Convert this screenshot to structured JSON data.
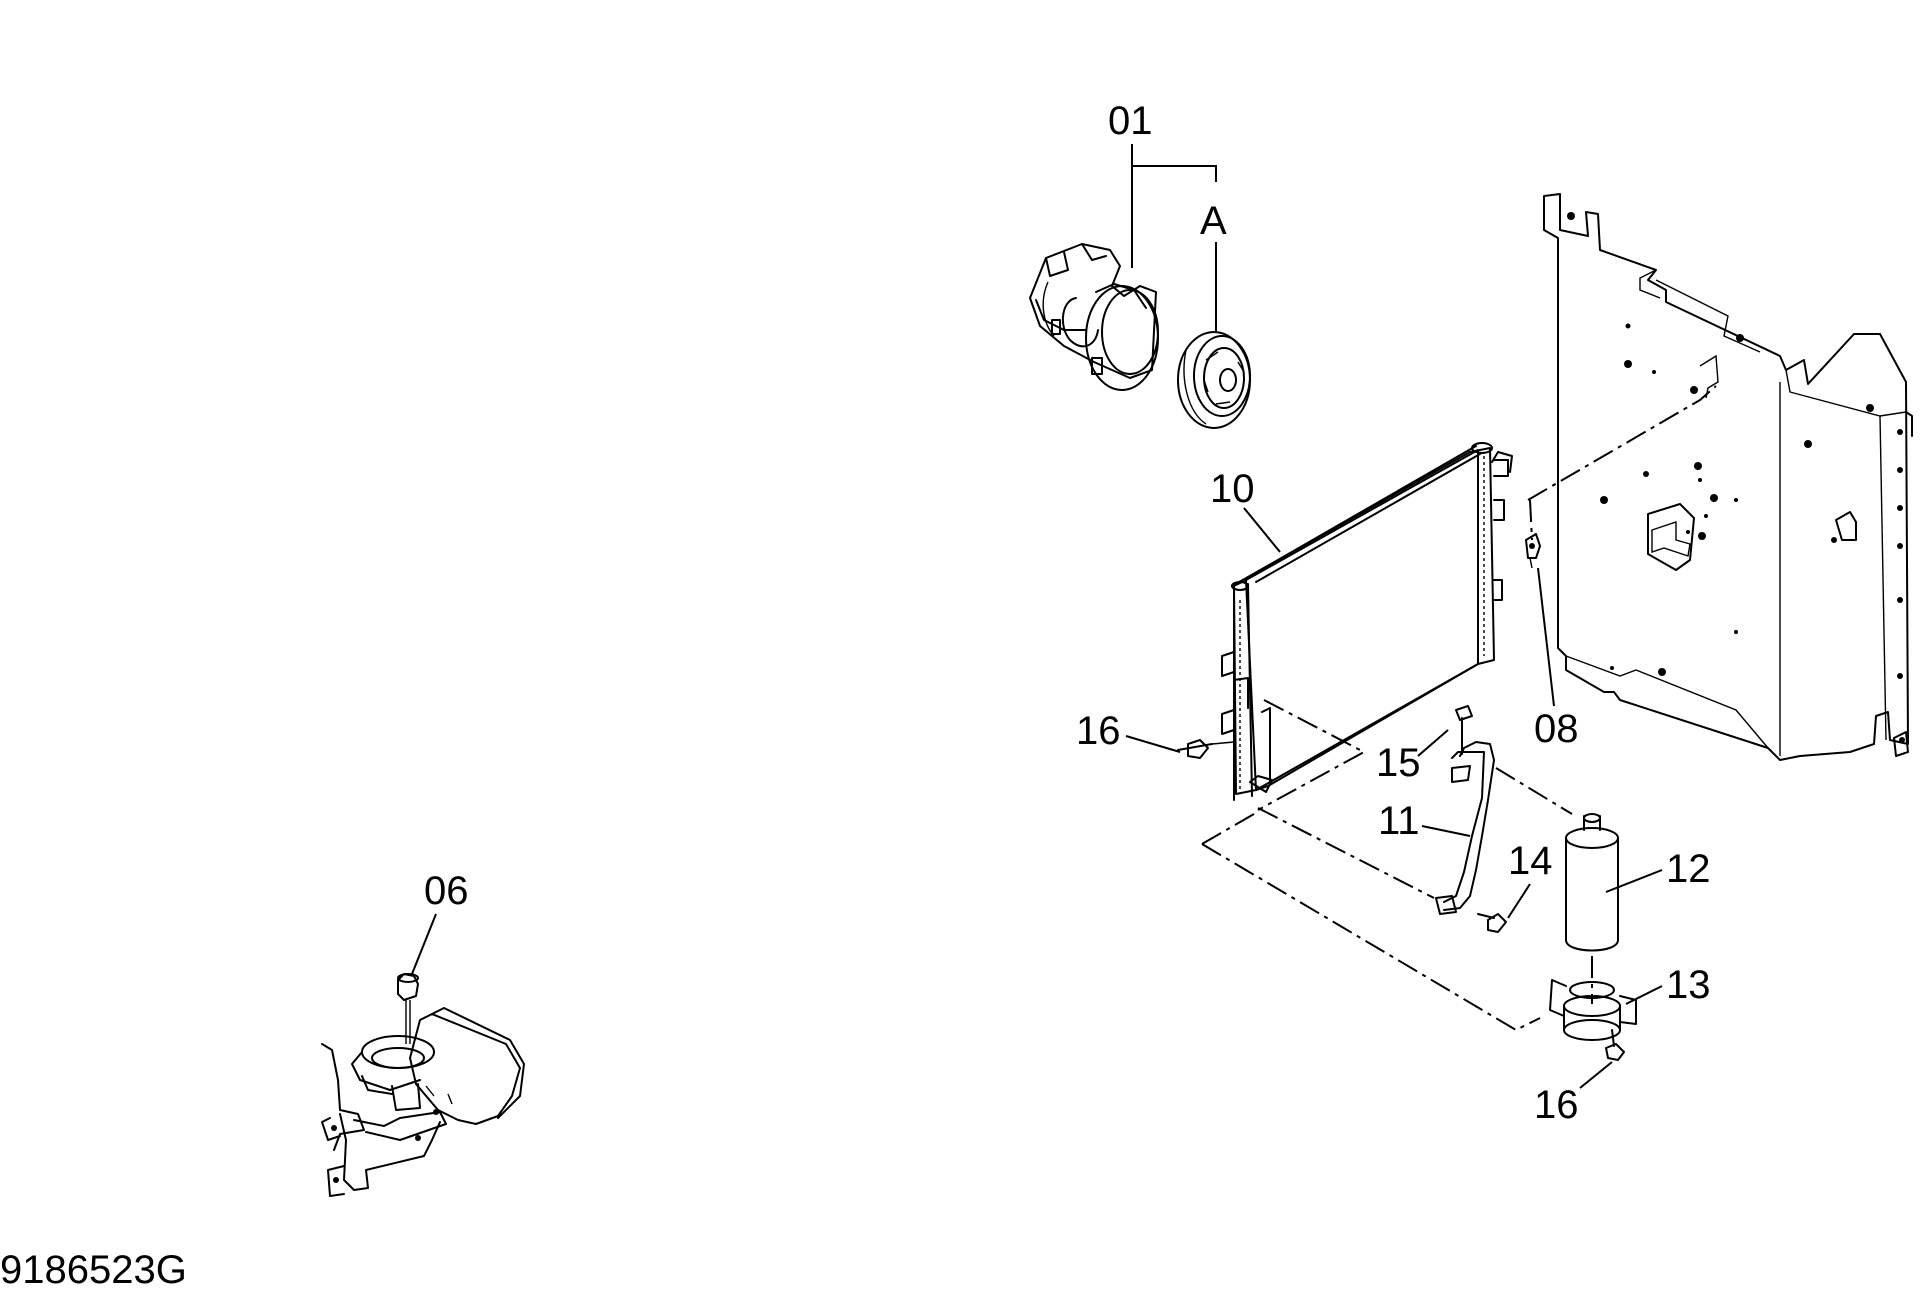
{
  "diagram_code": "9186523G",
  "callouts": {
    "c01": "01",
    "cA": "A",
    "c10": "10",
    "c16a": "16",
    "c15": "15",
    "c11": "11",
    "c14": "14",
    "c12": "12",
    "c13": "13",
    "c16b": "16",
    "c08": "08",
    "c06": "06"
  }
}
